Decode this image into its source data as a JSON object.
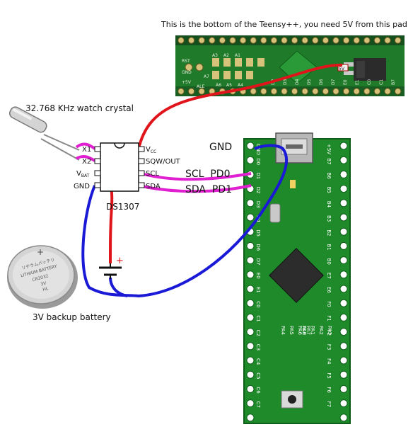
{
  "caption_top": "This is the bottom of the Teensy++, you need 5V from this pad",
  "crystal_label": "32.768 KHz watch crystal",
  "battery_label": "3V backup battery",
  "chip": {
    "name": "DS1307",
    "left_pins": [
      "X1",
      "X2",
      "V",
      "GND"
    ],
    "vbat_sub": "BAT",
    "right_pins": [
      "V",
      "SQW/OUT",
      "SCL",
      "SDA"
    ],
    "vcc_sub": "CC"
  },
  "connections": {
    "gnd": "GND",
    "scl": "SCL  PD0",
    "sda": "SDA  PD1"
  },
  "battery": {
    "plus": "+",
    "coin_lines": [
      "リチウムバッテリ",
      "LITHIUM BATTERY",
      "CR2032",
      "3V",
      "HL"
    ]
  },
  "board_bottom_pads": [
    "RST",
    "GND",
    "+5V",
    "ALE",
    "A7",
    "A6",
    "A5",
    "A4",
    "A3",
    "A2",
    "A1",
    "5V"
  ],
  "board_bottom_row": [
    "D2",
    "D3",
    "D4",
    "D5",
    "D6",
    "D7",
    "E0",
    "E1",
    "C0",
    "C1",
    "B7"
  ],
  "board_left_labels": [
    "GND",
    "D0",
    "D1",
    "D2",
    "D3",
    "D4",
    "D5",
    "D6",
    "D7",
    "E0",
    "E1",
    "C0",
    "C1",
    "C2",
    "C3",
    "C4",
    "C5",
    "C6",
    "C7"
  ],
  "board_right_labels": [
    "+5V",
    "B7",
    "B6",
    "B5",
    "B4",
    "B3",
    "B2",
    "B1",
    "B0",
    "E7",
    "E6",
    "F0",
    "F1",
    "F2",
    "F3",
    "F4",
    "F5",
    "F6",
    "F7"
  ],
  "board_mid_labels": [
    "PA4",
    "PA5",
    "PA6",
    "PA7",
    "PA0",
    "PA1",
    "PA2",
    "PA3",
    "ALE"
  ],
  "colors": {
    "red_wire": "#e0141b",
    "blue_wire": "#1a1ad6",
    "magenta_wire": "#e020d0",
    "pcb_green": "#1e8a2a",
    "pcb_dark": "#0f5e1a"
  }
}
